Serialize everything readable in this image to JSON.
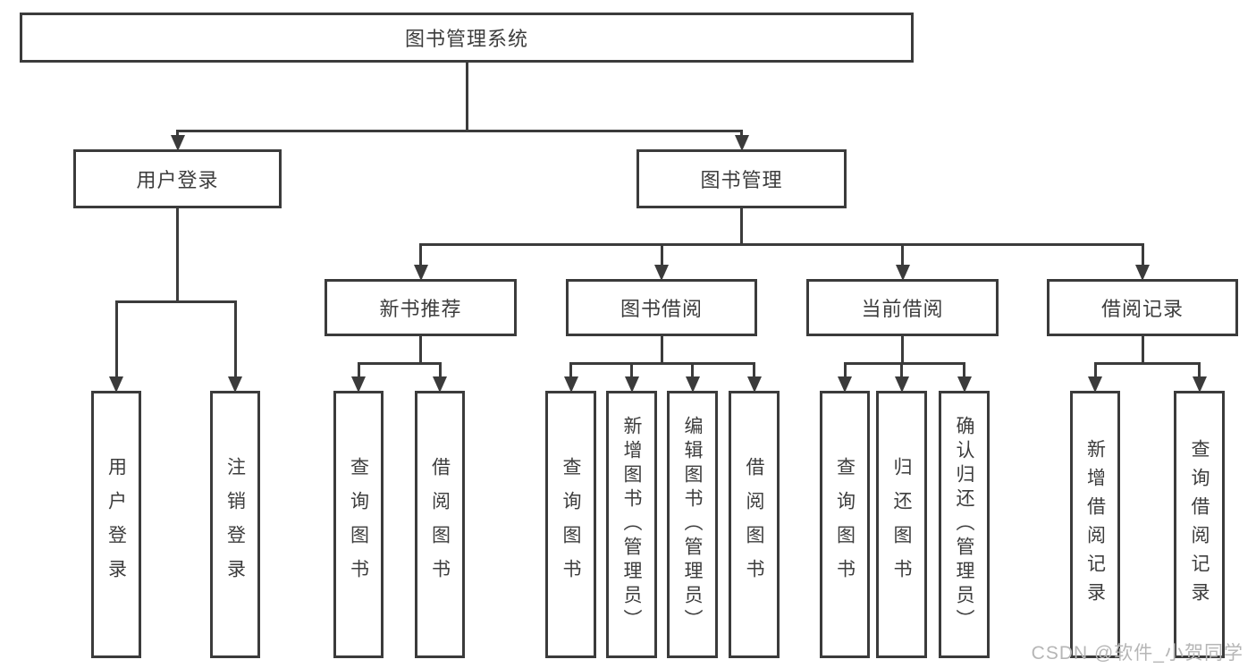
{
  "diagram": {
    "title": "图书管理系统",
    "nodes": [
      {
        "id": "root",
        "label": "图书管理系统",
        "level": 1,
        "orientation": "horizontal"
      },
      {
        "id": "user-login",
        "label": "用户登录",
        "level": 2,
        "orientation": "horizontal"
      },
      {
        "id": "book-mgmt",
        "label": "图书管理",
        "level": 2,
        "orientation": "horizontal"
      },
      {
        "id": "new-book-rec",
        "label": "新书推荐",
        "level": 3,
        "orientation": "horizontal"
      },
      {
        "id": "book-borrow",
        "label": "图书借阅",
        "level": 3,
        "orientation": "horizontal"
      },
      {
        "id": "current-borrow",
        "label": "当前借阅",
        "level": 3,
        "orientation": "horizontal"
      },
      {
        "id": "borrow-records",
        "label": "借阅记录",
        "level": 3,
        "orientation": "horizontal"
      },
      {
        "id": "leaf-user-login",
        "label": "用户登录",
        "level": 4,
        "orientation": "vertical"
      },
      {
        "id": "leaf-logout-login",
        "label": "注销登录",
        "level": 4,
        "orientation": "vertical"
      },
      {
        "id": "leaf-query-book-rec",
        "label": "查询图书",
        "level": 4,
        "orientation": "vertical"
      },
      {
        "id": "leaf-borrow-book-rec",
        "label": "借阅图书",
        "level": 4,
        "orientation": "vertical"
      },
      {
        "id": "leaf-query-book-borrow",
        "label": "查询图书",
        "level": 4,
        "orientation": "vertical"
      },
      {
        "id": "leaf-add-book-admin",
        "label": "新增图书（管理员）",
        "level": 4,
        "orientation": "vertical"
      },
      {
        "id": "leaf-edit-book-admin",
        "label": "编辑图书（管理员）",
        "level": 4,
        "orientation": "vertical"
      },
      {
        "id": "leaf-borrow-book-borrow",
        "label": "借阅图书",
        "level": 4,
        "orientation": "vertical"
      },
      {
        "id": "leaf-query-book-current",
        "label": "查询图书",
        "level": 4,
        "orientation": "vertical"
      },
      {
        "id": "leaf-return-book",
        "label": "归还图书",
        "level": 4,
        "orientation": "vertical"
      },
      {
        "id": "leaf-confirm-return-admin",
        "label": "确认归还（管理员）",
        "level": 4,
        "orientation": "vertical"
      },
      {
        "id": "leaf-add-borrow-record",
        "label": "新增借阅记录",
        "level": 4,
        "orientation": "vertical"
      },
      {
        "id": "leaf-query-borrow-record",
        "label": "查询借阅记录",
        "level": 4,
        "orientation": "vertical"
      }
    ],
    "edges": [
      {
        "from": "root",
        "to": [
          "user-login",
          "book-mgmt"
        ]
      },
      {
        "from": "user-login",
        "to": [
          "leaf-user-login",
          "leaf-logout-login"
        ]
      },
      {
        "from": "book-mgmt",
        "to": [
          "new-book-rec",
          "book-borrow",
          "current-borrow",
          "borrow-records"
        ]
      },
      {
        "from": "new-book-rec",
        "to": [
          "leaf-query-book-rec",
          "leaf-borrow-book-rec"
        ]
      },
      {
        "from": "book-borrow",
        "to": [
          "leaf-query-book-borrow",
          "leaf-add-book-admin",
          "leaf-edit-book-admin",
          "leaf-borrow-book-borrow"
        ]
      },
      {
        "from": "current-borrow",
        "to": [
          "leaf-query-book-current",
          "leaf-return-book",
          "leaf-confirm-return-admin"
        ]
      },
      {
        "from": "borrow-records",
        "to": [
          "leaf-add-borrow-record",
          "leaf-query-borrow-record"
        ]
      }
    ]
  },
  "watermark": {
    "text": "CSDN @软件_小贺同学"
  },
  "colors": {
    "line": "#3b3b3b",
    "text": "#3d3d3d",
    "background": "#ffffff",
    "watermark": "#b6b6b6"
  }
}
